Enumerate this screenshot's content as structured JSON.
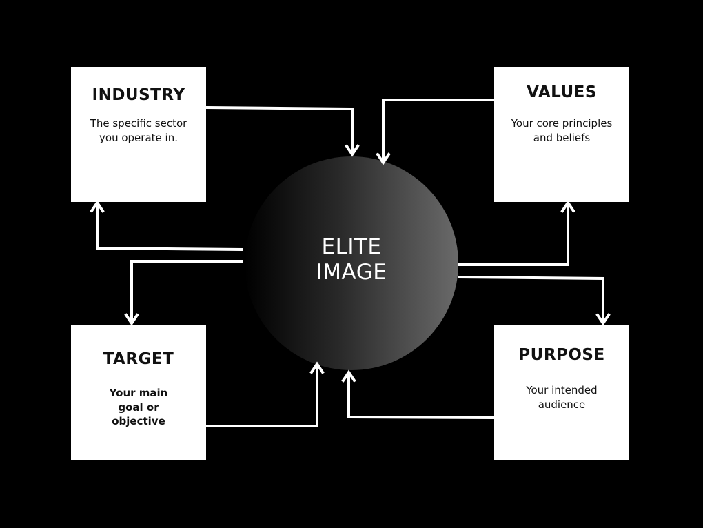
{
  "center": {
    "line1": "ELITE",
    "line2": "IMAGE"
  },
  "boxes": {
    "industry": {
      "title": "INDUSTRY",
      "desc": "The specific sector you operate in."
    },
    "values": {
      "title": "VALUES",
      "desc": "Your core principles and beliefs"
    },
    "target": {
      "title": "TARGET",
      "desc": "Your main goal or objective"
    },
    "purpose": {
      "title": "PURPOSE",
      "desc": "Your intended audience"
    }
  },
  "colors": {
    "background": "#000000",
    "box": "#ffffff",
    "arrow": "#ffffff"
  }
}
